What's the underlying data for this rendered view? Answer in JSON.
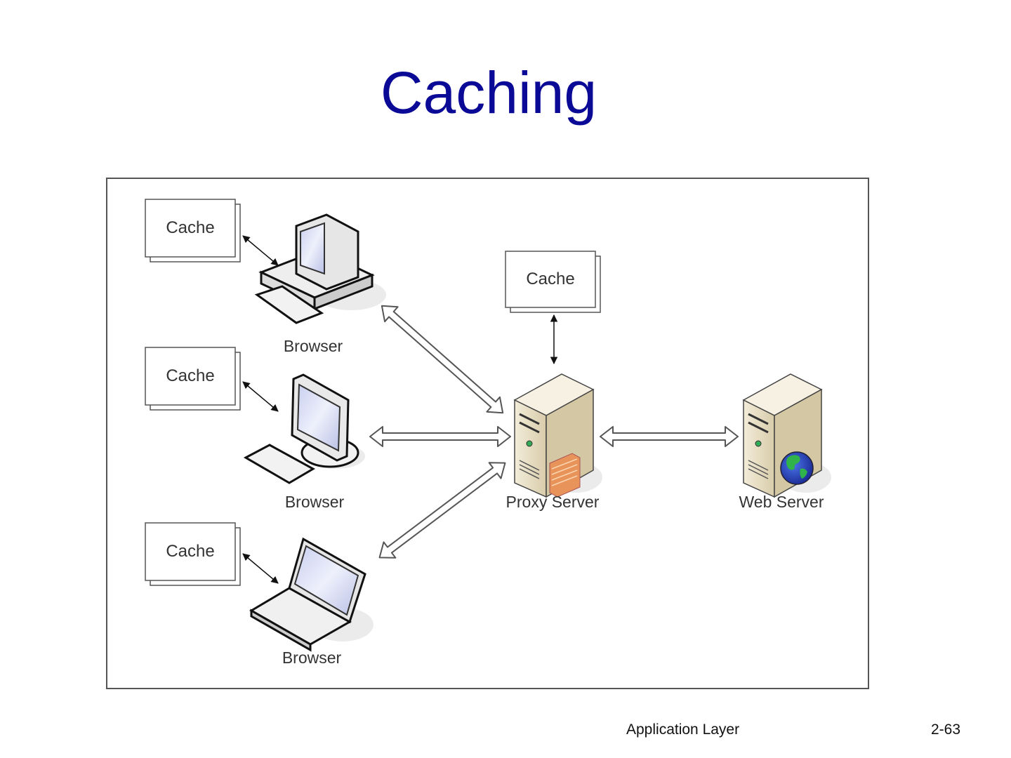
{
  "slide": {
    "title": "Caching",
    "footer": {
      "section": "Application Layer",
      "page": "2-63"
    }
  },
  "diagram": {
    "caches": [
      {
        "label": "Cache",
        "linked_to": "browser-desktop"
      },
      {
        "label": "Cache",
        "linked_to": "browser-lcd"
      },
      {
        "label": "Cache",
        "linked_to": "browser-laptop"
      },
      {
        "label": "Cache",
        "linked_to": "proxy-server"
      }
    ],
    "clients": [
      {
        "label": "Browser",
        "device": "desktop-computer-icon"
      },
      {
        "label": "Browser",
        "device": "lcd-monitor-computer-icon"
      },
      {
        "label": "Browser",
        "device": "laptop-icon"
      }
    ],
    "proxy": {
      "label": "Proxy Server",
      "icon": "proxy-server-firewall-icon"
    },
    "server": {
      "label": "Web Server",
      "icon": "web-server-globe-icon"
    },
    "colors": {
      "title": "#0a0a96",
      "server_body": "#e9e0c8",
      "globe_land": "#2fb34a",
      "globe_sea": "#2a4fc9",
      "firewall": "#e8935a"
    }
  }
}
